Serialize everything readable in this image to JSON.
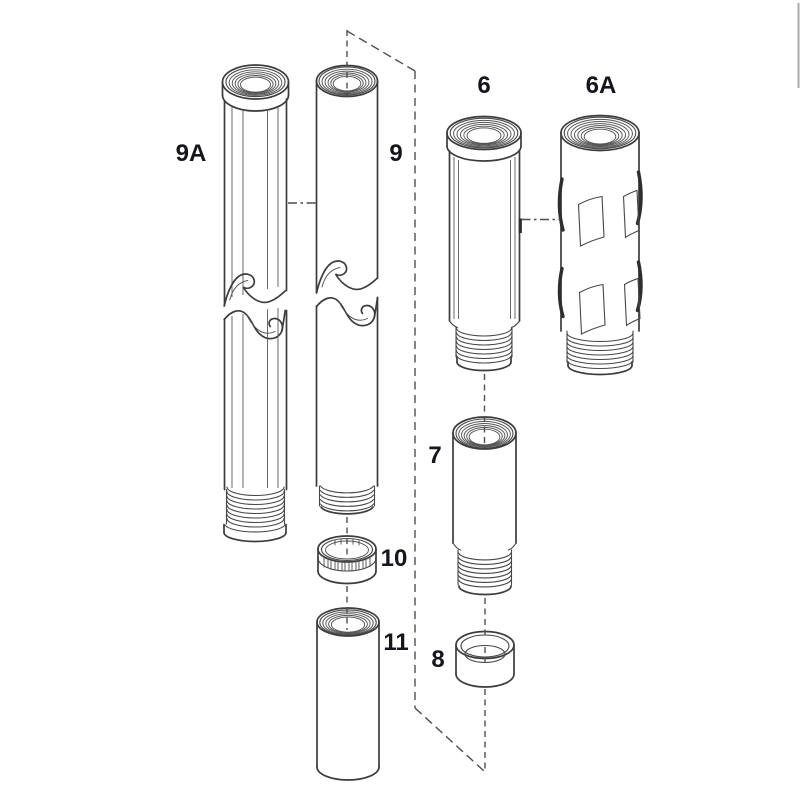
{
  "diagram": {
    "kind": "exploded-parts-diagram",
    "parts": [
      {
        "label": "9A"
      },
      {
        "label": "9"
      },
      {
        "label": "6"
      },
      {
        "label": "6A"
      },
      {
        "label": "7"
      },
      {
        "label": "10"
      },
      {
        "label": "11"
      },
      {
        "label": "8"
      }
    ],
    "colors": {
      "background": "#ffffff",
      "line": "#3c3c3c",
      "label": "#15151c",
      "page_edge": "#a8a8a8"
    }
  }
}
